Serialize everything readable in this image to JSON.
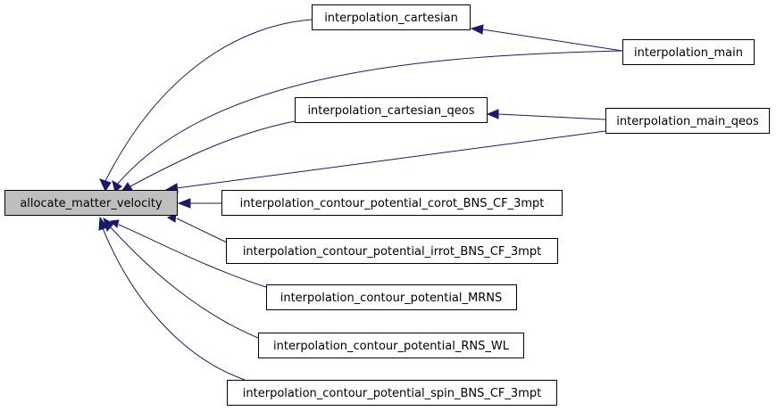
{
  "colors": {
    "edge": "#191970",
    "root_fill": "#bfbfbf",
    "node_fill": "#ffffff",
    "border": "#000000"
  },
  "nodes": {
    "allocate_matter_velocity": "allocate_matter_velocity",
    "interpolation_cartesian": "interpolation_cartesian",
    "interpolation_main": "interpolation_main",
    "interpolation_cartesian_qeos": "interpolation_cartesian_qeos",
    "interpolation_main_qeos": "interpolation_main_qeos",
    "corot": "interpolation_contour_potential_corot_BNS_CF_3mpt",
    "irrot": "interpolation_contour_potential_irrot_BNS_CF_3mpt",
    "mrns": "interpolation_contour_potential_MRNS",
    "rns_wl": "interpolation_contour_potential_RNS_WL",
    "spin": "interpolation_contour_potential_spin_BNS_CF_3mpt"
  },
  "edges": [
    [
      "interpolation_cartesian",
      "allocate_matter_velocity"
    ],
    [
      "interpolation_main",
      "allocate_matter_velocity"
    ],
    [
      "interpolation_main",
      "interpolation_cartesian"
    ],
    [
      "interpolation_cartesian_qeos",
      "allocate_matter_velocity"
    ],
    [
      "interpolation_main_qeos",
      "allocate_matter_velocity"
    ],
    [
      "interpolation_main_qeos",
      "interpolation_cartesian_qeos"
    ],
    [
      "corot",
      "allocate_matter_velocity"
    ],
    [
      "irrot",
      "allocate_matter_velocity"
    ],
    [
      "mrns",
      "allocate_matter_velocity"
    ],
    [
      "rns_wl",
      "allocate_matter_velocity"
    ],
    [
      "spin",
      "allocate_matter_velocity"
    ]
  ]
}
